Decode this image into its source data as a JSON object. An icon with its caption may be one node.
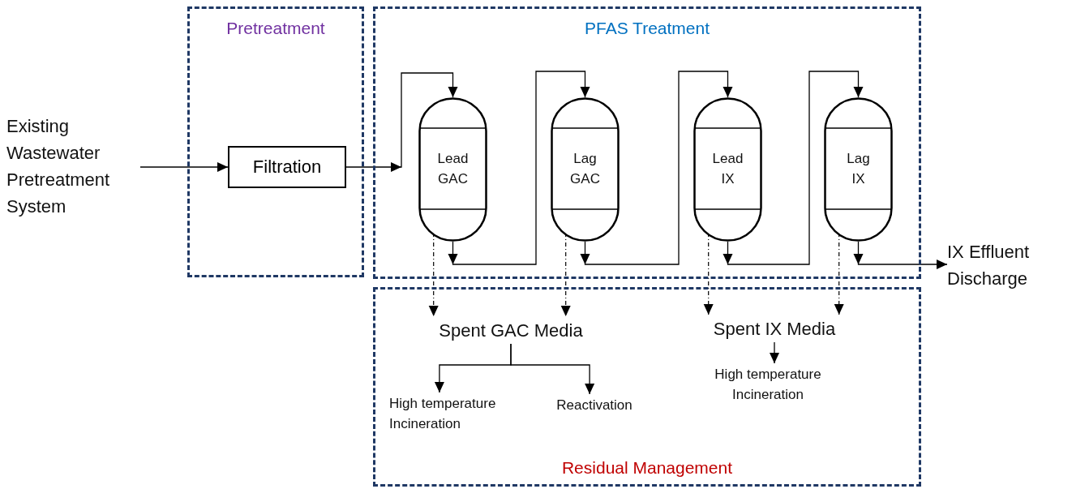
{
  "diagram": {
    "nodes": [
      {
        "text": [
          "Pretreatment"
        ]
      },
      {
        "text": [
          "PFAS Treatment"
        ]
      },
      {
        "text": [
          "Residual Management"
        ]
      },
      {
        "text": [
          "Existing Wastewater Pretreatment System"
        ]
      },
      {
        "text": [
          "Filtration"
        ],
        "in": 0
      },
      {
        "text": [
          "Lead GAC"
        ],
        "in": 1
      },
      {
        "text": [
          "Lag GAC"
        ],
        "in": 1
      },
      {
        "text": [
          "Lead IX"
        ],
        "in": 1
      },
      {
        "text": [
          "Lag IX"
        ],
        "in": 1
      },
      {
        "text": [
          "IX Effluent Discharge"
        ]
      },
      {
        "text": [
          "Spent GAC Media"
        ],
        "in": 2
      },
      {
        "text": [
          "Spent IX Media"
        ],
        "in": 2
      },
      {
        "text": [
          "High temperature Incineration"
        ],
        "in": 2
      },
      {
        "text": [
          "Reactivation"
        ],
        "in": 2
      },
      {
        "text": [
          "High temperature Incineration"
        ],
        "in": 2
      }
    ],
    "edges": [
      {
        "from": 3,
        "to": 4,
        "arrow": "to"
      },
      {
        "from": 4,
        "to": 5,
        "arrow": "to"
      },
      {
        "from": 5,
        "to": 6,
        "arrow": "to"
      },
      {
        "from": 6,
        "to": 7,
        "arrow": "to"
      },
      {
        "from": 7,
        "to": 8,
        "arrow": "to"
      },
      {
        "from": 8,
        "to": 9,
        "arrow": "to"
      },
      {
        "from": 5,
        "to": 10,
        "arrow": "to",
        "style": "dashed"
      },
      {
        "from": 6,
        "to": 10,
        "arrow": "to",
        "style": "dashed"
      },
      {
        "from": 7,
        "to": 11,
        "arrow": "to",
        "style": "dashed"
      },
      {
        "from": 8,
        "to": 11,
        "arrow": "to",
        "style": "dashed"
      },
      {
        "from": 10,
        "to": 12,
        "arrow": "to"
      },
      {
        "from": 10,
        "to": 13,
        "arrow": "to"
      },
      {
        "from": 11,
        "to": 14,
        "arrow": "to"
      }
    ]
  }
}
